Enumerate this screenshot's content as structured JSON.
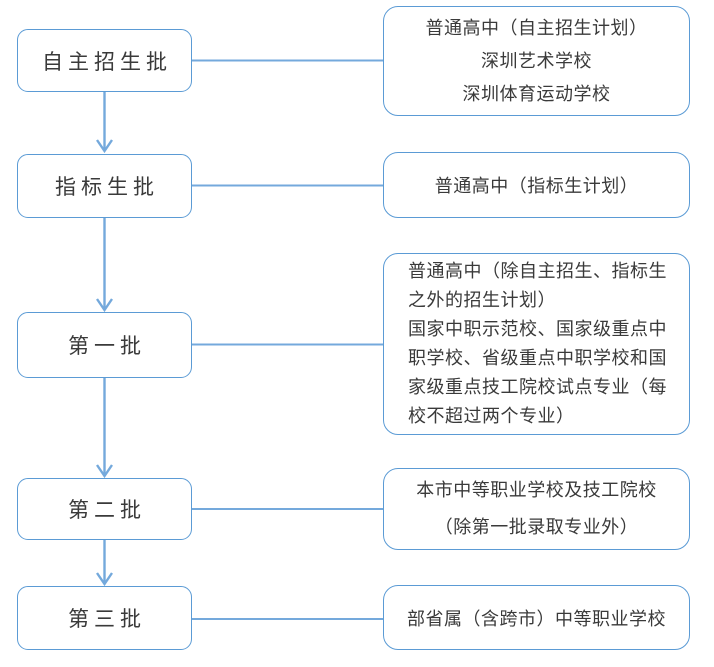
{
  "colors": {
    "box_border": "#5b9bd5",
    "connector": "#74a9dc",
    "text": "#3a3a3a",
    "background": "#ffffff"
  },
  "flowchart": {
    "batches": [
      {
        "label": "自主招生批",
        "description": "普通高中（自主招生计划）\n深圳艺术学校\n深圳体育运动学校"
      },
      {
        "label": "指标生批",
        "description": "普通高中（指标生计划）"
      },
      {
        "label": "第一批",
        "description": "普通高中（除自主招生、指标生\n之外的招生计划）\n国家中职示范校、国家级重点中\n职学校、省级重点中职学校和国\n家级重点技工院校试点专业（每\n校不超过两个专业）"
      },
      {
        "label": "第二批",
        "description": "本市中等职业学校及技工院校\n（除第一批录取专业外）"
      },
      {
        "label": "第三批",
        "description": "部省属（含跨市）中等职业学校"
      }
    ]
  }
}
